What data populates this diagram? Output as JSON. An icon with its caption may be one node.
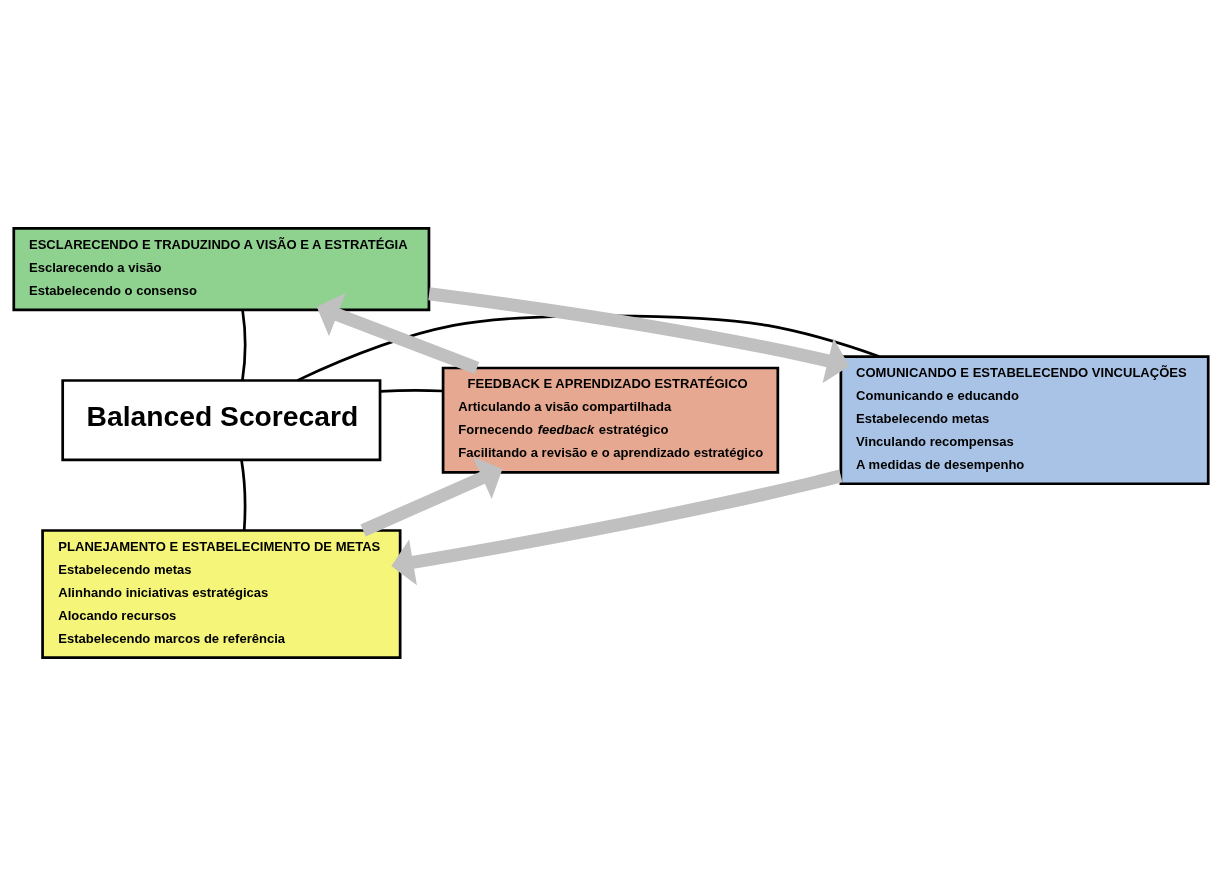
{
  "diagram": {
    "nodes": [
      {
        "text": [
          "Balanced Scorecard"
        ]
      },
      {
        "text": [
          "ESCLARECENDO E TRADUZINDO A VISÃO E A ESTRATÉGIA",
          "Esclarecendo a visão",
          "Estabelecendo o consenso"
        ]
      },
      {
        "text": [
          "COMUNICANDO E ESTABELECENDO VINCULAÇÕES",
          "Comunicando e educando",
          "Estabelecendo metas",
          "Vinculando recompensas",
          "A medidas de desempenho"
        ]
      },
      {
        "text": [
          "FEEDBACK E APRENDIZADO ESTRATÉGICO",
          "Articulando a visão compartilhada",
          "Fornecendo *feedback* estratégico",
          "Facilitando a revisão e o aprendizado estratégico"
        ]
      },
      {
        "text": [
          "PLANEJAMENTO E ESTABELECIMENTO DE METAS",
          "Estabelecendo metas",
          "Alinhando iniciativas estratégicas",
          "Alocando recursos",
          "Estabelecendo marcos de referência"
        ]
      }
    ],
    "edges": [
      {
        "from": 0,
        "to": 1,
        "arrow": "none"
      },
      {
        "from": 0,
        "to": 2,
        "arrow": "none"
      },
      {
        "from": 0,
        "to": 3,
        "arrow": "none"
      },
      {
        "from": 0,
        "to": 4,
        "arrow": "none"
      },
      {
        "from": 1,
        "to": 2,
        "arrow": "to",
        "style": "thick",
        "color": "#c0c0c0"
      },
      {
        "from": 2,
        "to": 4,
        "arrow": "to",
        "style": "thick",
        "color": "#c0c0c0"
      },
      {
        "from": 4,
        "to": 3,
        "arrow": "to",
        "style": "thick",
        "color": "#c0c0c0"
      },
      {
        "from": 3,
        "to": 1,
        "arrow": "to",
        "style": "thick",
        "color": "#c0c0c0"
      }
    ]
  }
}
